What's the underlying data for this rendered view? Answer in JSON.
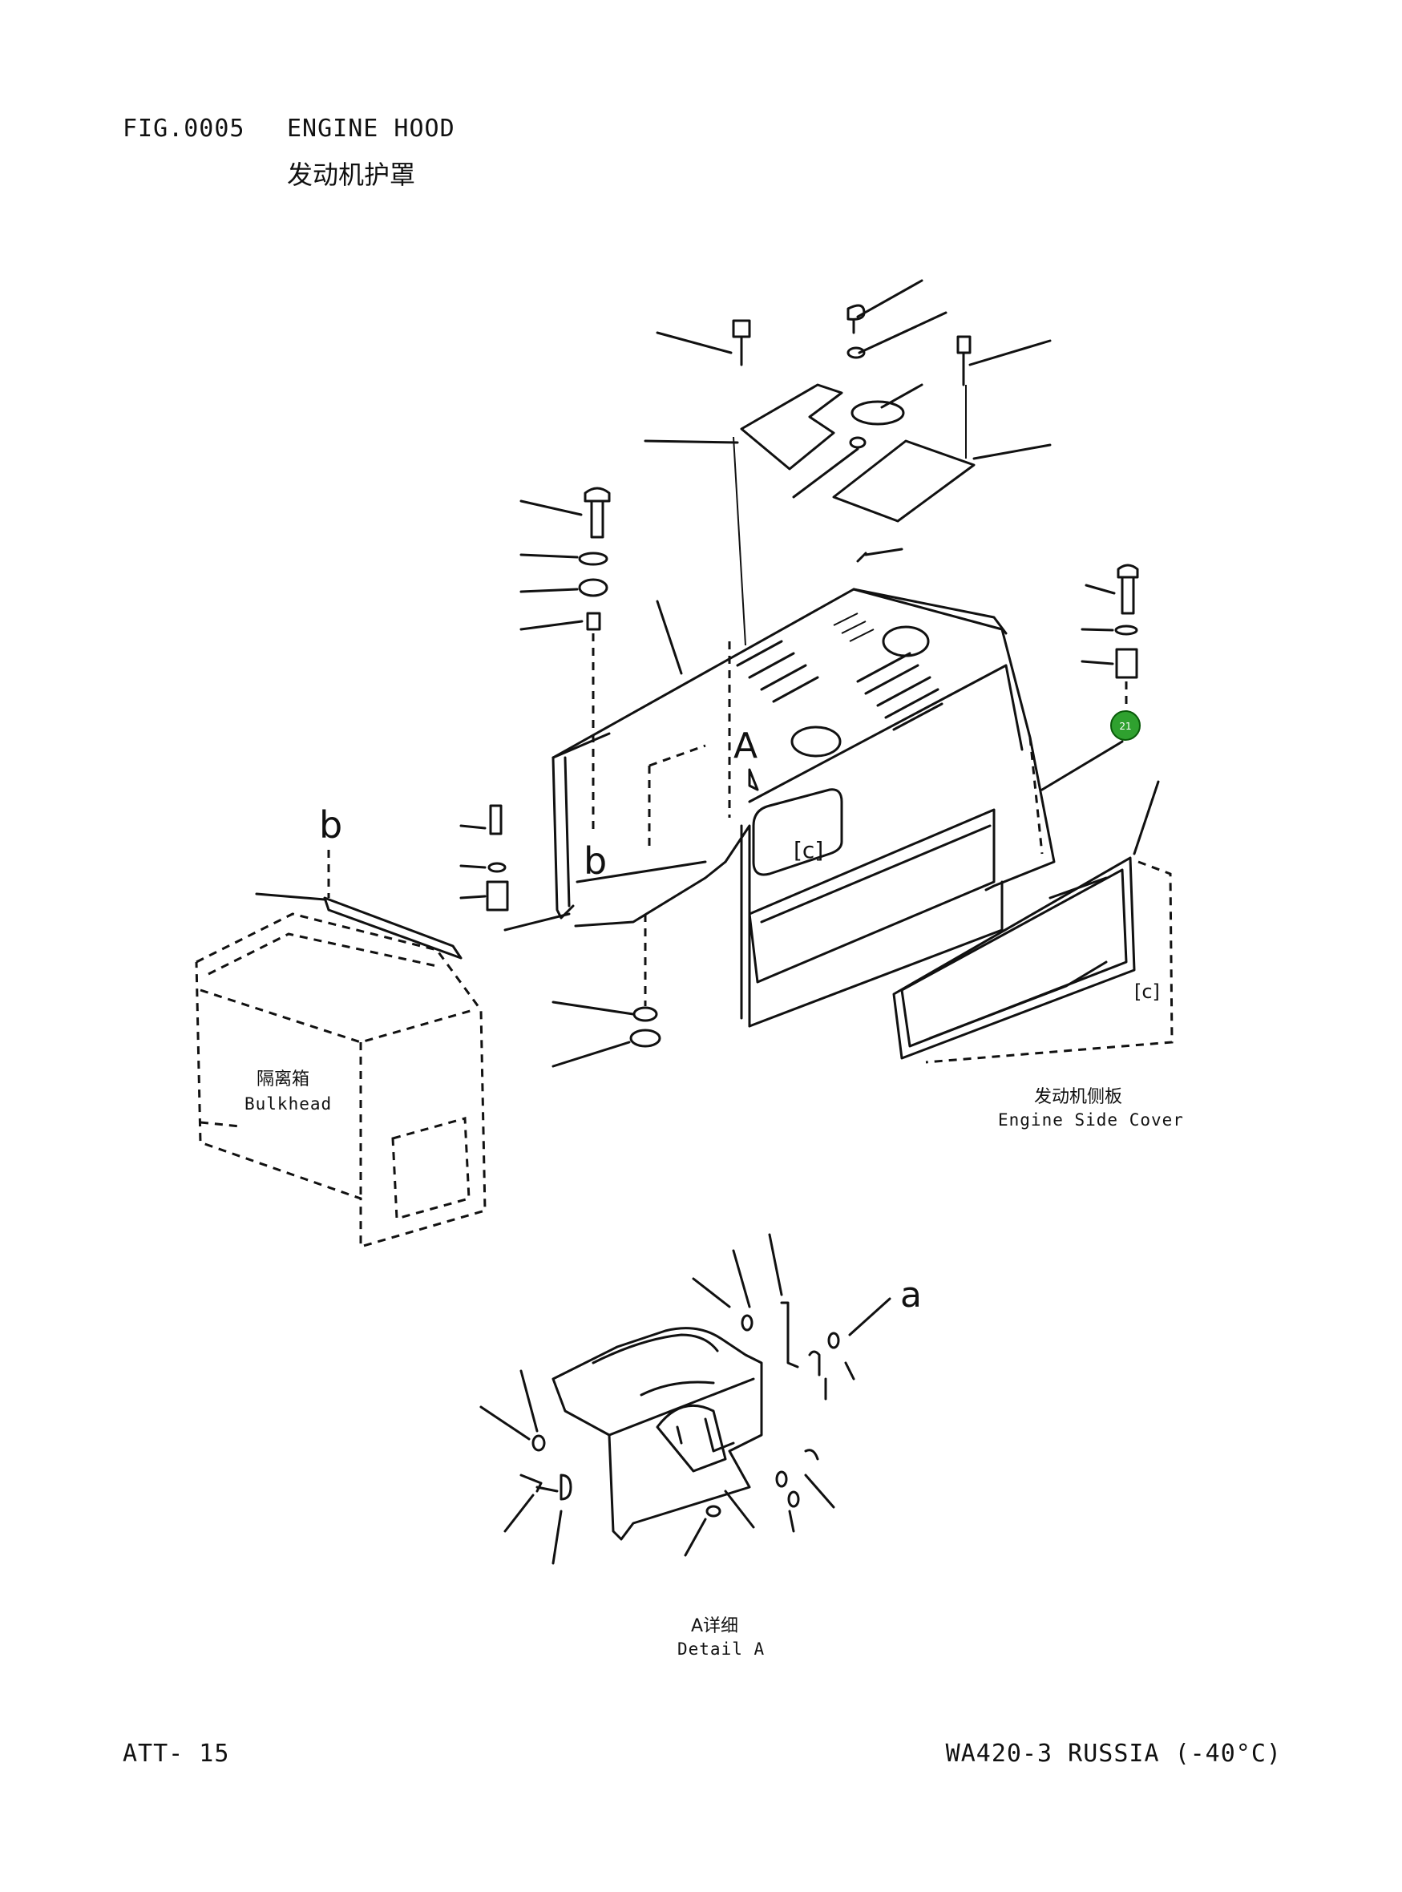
{
  "header": {
    "fig_no": "FIG.0005",
    "title": "ENGINE HOOD",
    "title_cn": "发动机护罩"
  },
  "labels": {
    "bulkhead_cn": "隔离箱",
    "bulkhead_en": "Bulkhead",
    "side_cover_cn": "发动机侧板",
    "side_cover_en": "Engine Side Cover",
    "detail_cn": "A详细",
    "detail_en": "Detail A"
  },
  "callouts": {
    "part_21": "21",
    "view_a": "A",
    "ref_a": "a",
    "ref_b_top": "b",
    "ref_b_hood": "b"
  },
  "footer": {
    "page": "ATT- 15",
    "model": "WA420-3 RUSSIA (-40°C)"
  },
  "colors": {
    "callout_fill": "#2fa12f",
    "callout_stroke": "#0a5a0a"
  }
}
